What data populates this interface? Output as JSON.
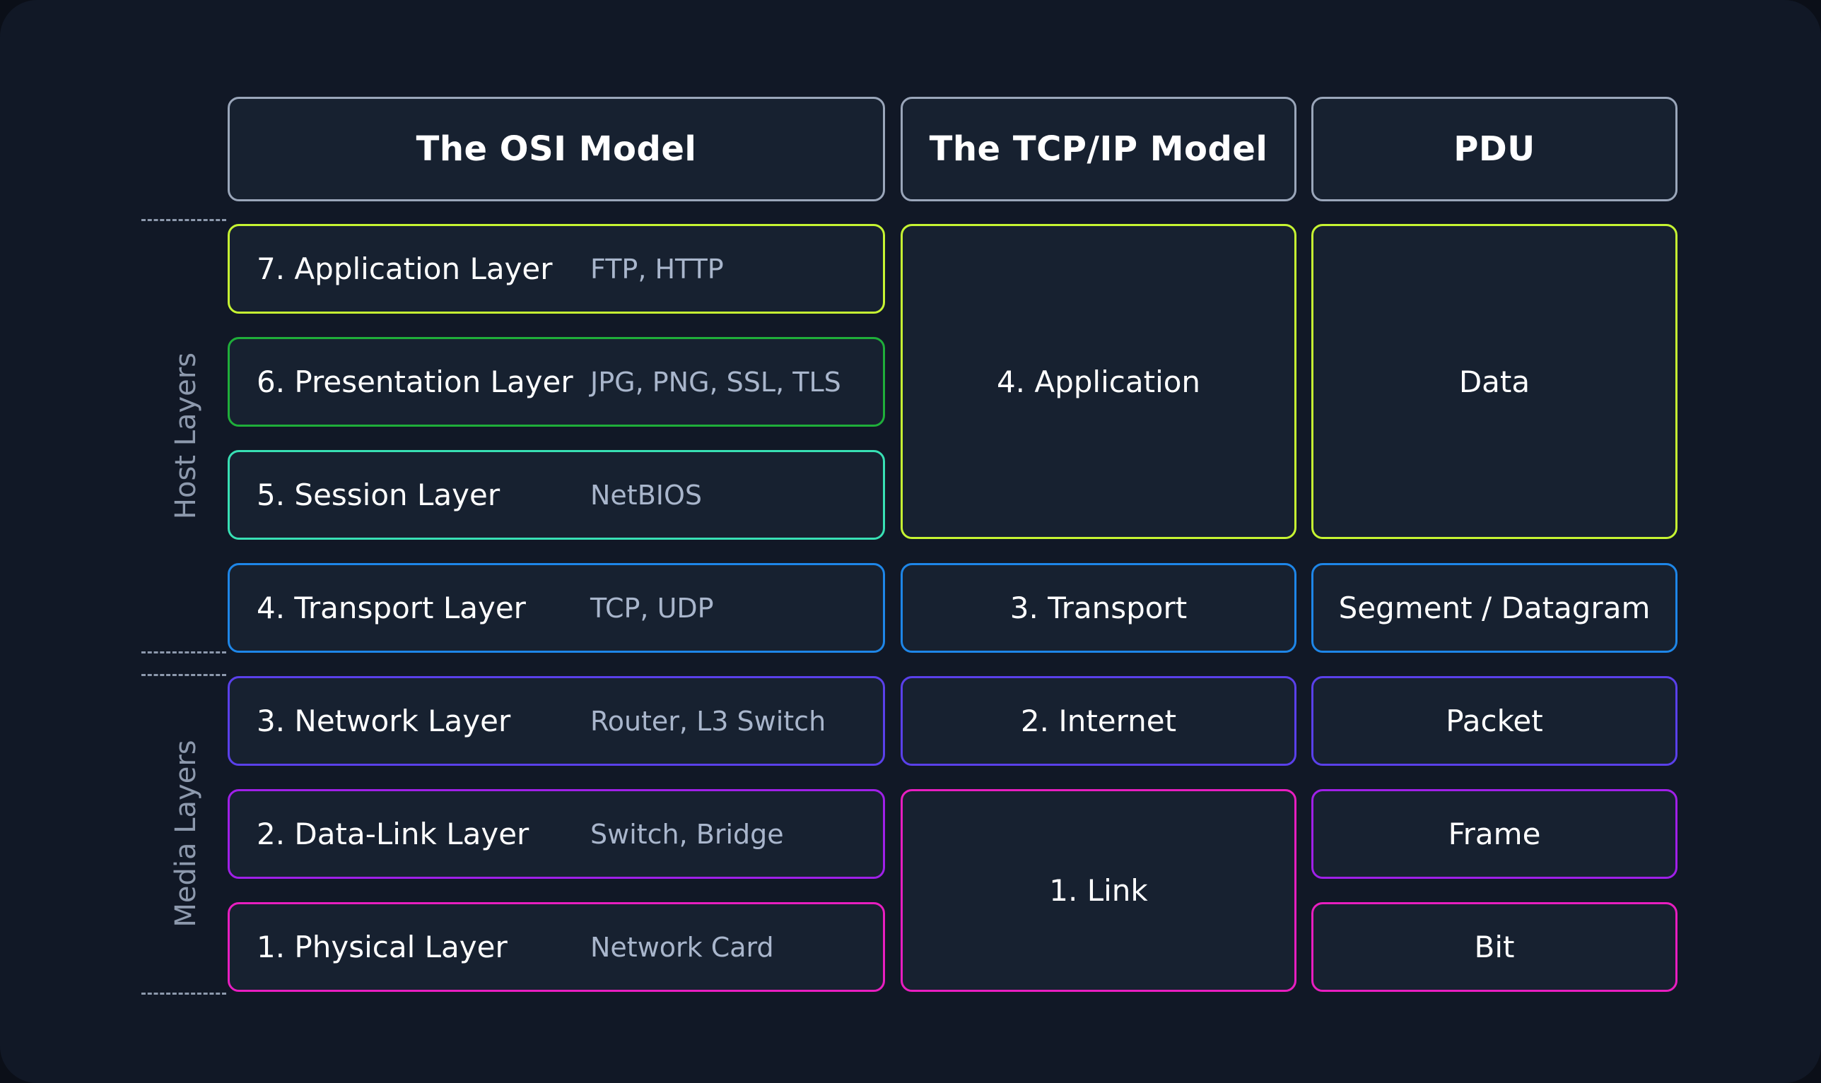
{
  "headers": {
    "osi": "The OSI Model",
    "tcpip": "The TCP/IP Model",
    "pdu": "PDU"
  },
  "side_labels": {
    "host": "Host Layers",
    "media": "Media Layers"
  },
  "osi_layers": [
    {
      "name": "7. Application Layer",
      "protocols": "FTP, HTTP",
      "color": "#c6f432"
    },
    {
      "name": "6. Presentation Layer",
      "protocols": "JPG, PNG, SSL, TLS",
      "color": "#1fae3a"
    },
    {
      "name": "5. Session Layer",
      "protocols": "NetBIOS",
      "color": "#38e0b4"
    },
    {
      "name": "4. Transport Layer",
      "protocols": "TCP, UDP",
      "color": "#1e86e8"
    },
    {
      "name": "3. Network Layer",
      "protocols": "Router, L3 Switch",
      "color": "#5a40ea"
    },
    {
      "name": "2. Data-Link Layer",
      "protocols": "Switch, Bridge",
      "color": "#a020e8"
    },
    {
      "name": "1. Physical Layer",
      "protocols": "Network Card",
      "color": "#e81ec0"
    }
  ],
  "tcpip_layers": [
    {
      "name": "4. Application",
      "color": "#c6f432"
    },
    {
      "name": "3. Transport",
      "color": "#1e86e8"
    },
    {
      "name": "2. Internet",
      "color": "#5a40ea"
    },
    {
      "name": "1. Link",
      "color": "#e81ec0"
    }
  ],
  "pdu": [
    {
      "name": "Data",
      "color": "#c6f432"
    },
    {
      "name": "Segment / Datagram",
      "color": "#1e86e8"
    },
    {
      "name": "Packet",
      "color": "#5a40ea"
    },
    {
      "name": "Frame",
      "color": "#a020e8"
    },
    {
      "name": "Bit",
      "color": "#e81ec0"
    }
  ],
  "header_border_color": "#9aa6ba"
}
